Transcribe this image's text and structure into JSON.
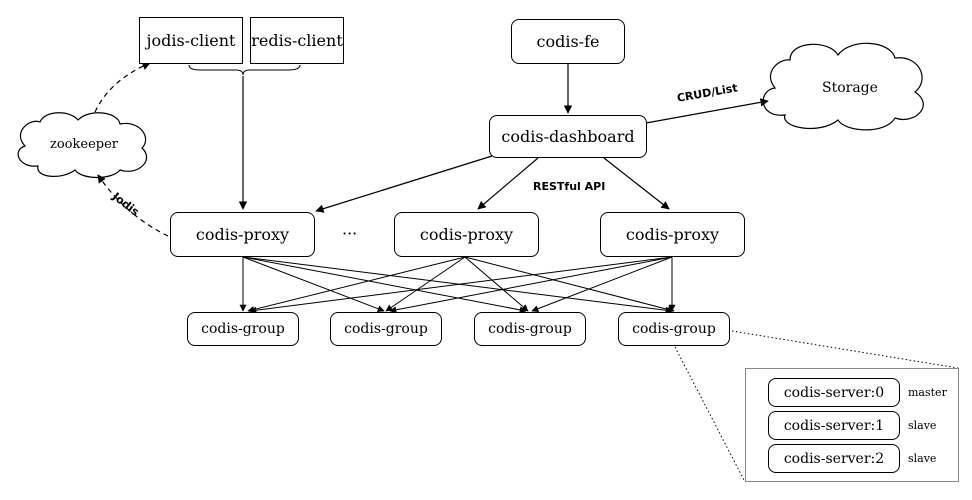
{
  "clients": {
    "jodis": "jodis-client",
    "redis": "redis-client"
  },
  "frontend": "codis-fe",
  "dashboard": "codis-dashboard",
  "storage": "Storage",
  "zookeeper": "zookeeper",
  "edges": {
    "crud": "CRUD/List",
    "restful": "RESTful API",
    "jodis": "Jodis"
  },
  "proxies": [
    "codis-proxy",
    "codis-proxy",
    "codis-proxy"
  ],
  "ellipsis": "···",
  "groups": [
    "codis-group",
    "codis-group",
    "codis-group",
    "codis-group"
  ],
  "servers": [
    {
      "name": "codis-server:0",
      "role": "master"
    },
    {
      "name": "codis-server:1",
      "role": "slave"
    },
    {
      "name": "codis-server:2",
      "role": "slave"
    }
  ]
}
